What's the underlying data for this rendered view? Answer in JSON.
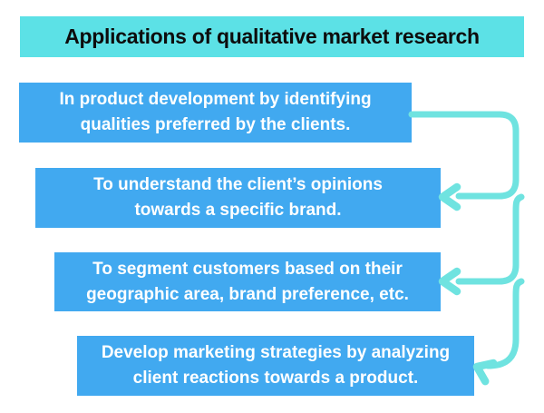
{
  "title": {
    "text": "Applications of qualitative market research"
  },
  "boxes": [
    {
      "lines": [
        "In product development by identifying",
        "qualities preferred by the clients."
      ],
      "text": "In product development by identifying qualities preferred by the clients."
    },
    {
      "lines": [
        "To understand the client’s opinions",
        "towards a specific brand."
      ],
      "text": "To understand the client’s opinions towards a specific brand."
    },
    {
      "lines": [
        "To segment customers based on their",
        "geographic area, brand preference, etc."
      ],
      "text": "To segment customers based on their geographic area, brand preference, etc."
    },
    {
      "lines": [
        "Develop marketing strategies by analyzing",
        "client reactions towards a product."
      ],
      "text": "Develop marketing strategies by analyzing client reactions towards a product."
    }
  ],
  "colors": {
    "title_bg": "#5ce1e6",
    "title_text": "#0d0d0d",
    "box_bg": "#41a9f0",
    "box_text": "#ffffff",
    "connector": "#6fe3e0",
    "background": "#ffffff"
  }
}
